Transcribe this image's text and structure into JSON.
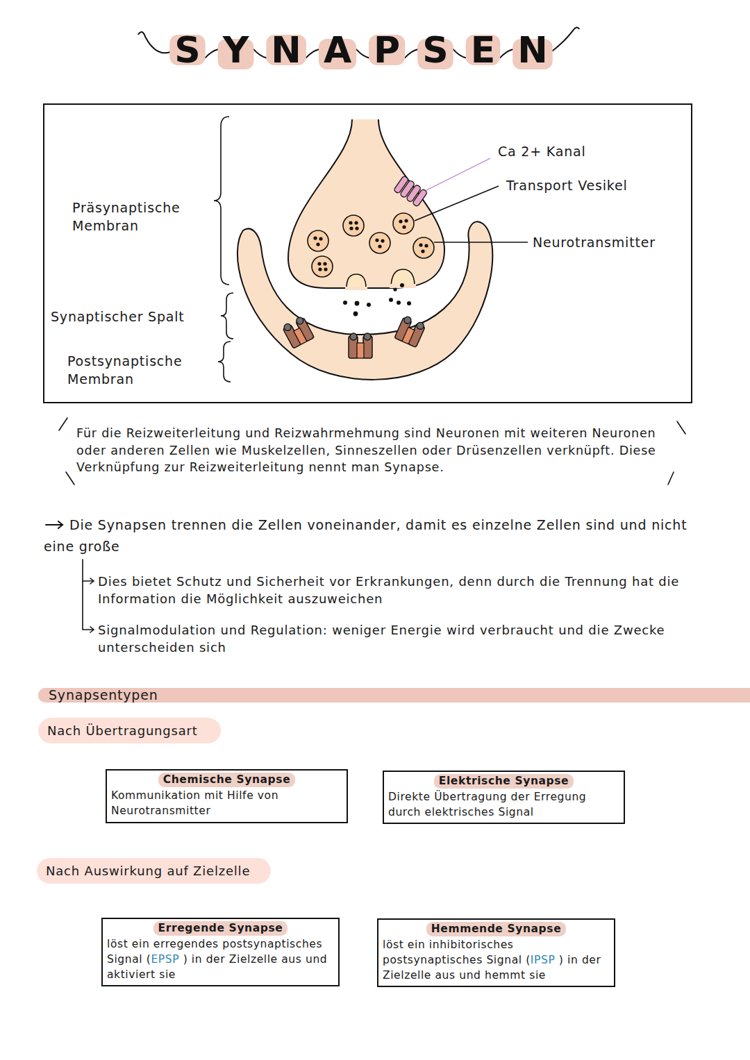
{
  "diagram": {
    "title": "SYNAPSEN",
    "nodes": [
      {
        "text": [
          "Synapsentypen"
        ]
      },
      {
        "text": [
          "Nach Übertragungsart"
        ]
      },
      {
        "text": [
          "Chemische Synapse",
          "Kommunikation mit Hilfe von Neurotransmitter"
        ]
      },
      {
        "text": [
          "Elektrische Synapse",
          "Direkte Übertragung der Erregung durch elektrisches Signal"
        ]
      },
      {
        "text": [
          "Nach Auswirkung auf Zielzelle"
        ]
      },
      {
        "text": [
          "Erregende Synapse",
          "löst ein erregendes postsynaptisches Signal (EPSP ) in der Zielzelle aus und aktiviert sie"
        ]
      },
      {
        "text": [
          "Hemmende Synapse",
          "löst ein inhibitorisches postsynaptisches Signal (IPSP ) in der Zielzelle aus und hemmt sie"
        ]
      }
    ],
    "labels": [
      "Präsynaptische Membran",
      "Synaptischer Spalt",
      "Postsynaptische Membran",
      "Ca 2+ Kanal",
      "Transport Vesikel",
      "Neurotransmitter",
      "Für die Reizweiterleitung und Reizwahrmehmung sind Neuronen mit weiteren Neuronen oder anderen Zellen wie Muskelzellen, Sinneszellen oder Drüsenzellen verknüpft. Diese Verknüpfung zur Reizweiterleitung nennt man Synapse.",
      "Die Synapsen trennen die Zellen voneinander, damit es einzelne Zellen sind und nicht eine große",
      "Dies bietet Schutz und Sicherheit vor Erkrankungen, denn durch die Trennung hat die Information die Möglichkeit auszuweichen",
      "Signalmodulation und Regulation: weniger Energie wird verbraucht und die Zwecke unterscheiden sich"
    ]
  }
}
